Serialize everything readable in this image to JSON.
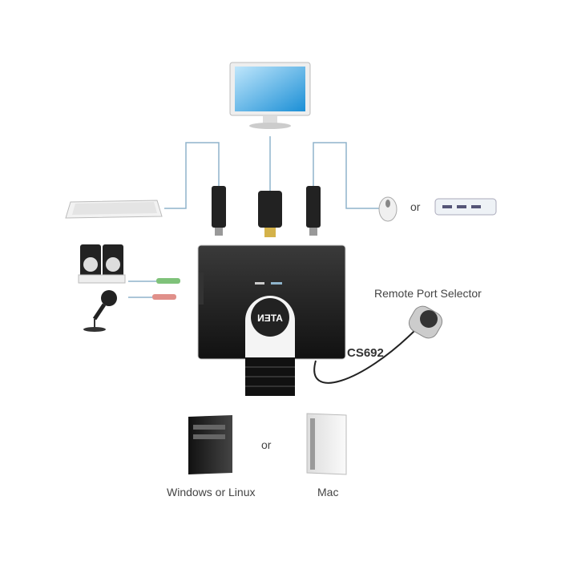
{
  "labels": {
    "remote_port_selector": "Remote Port Selector",
    "model": "CS692",
    "or_mouse": "or",
    "or_computer": "or",
    "windows_linux": "Windows or Linux",
    "mac": "Mac"
  },
  "device_logo": "ATEN",
  "device_model_print": "CS692",
  "colors": {
    "cable": "#8fb4cc",
    "device": "#1e1e1e",
    "green_plug": "#7fc27a",
    "pink_plug": "#e0908a"
  }
}
